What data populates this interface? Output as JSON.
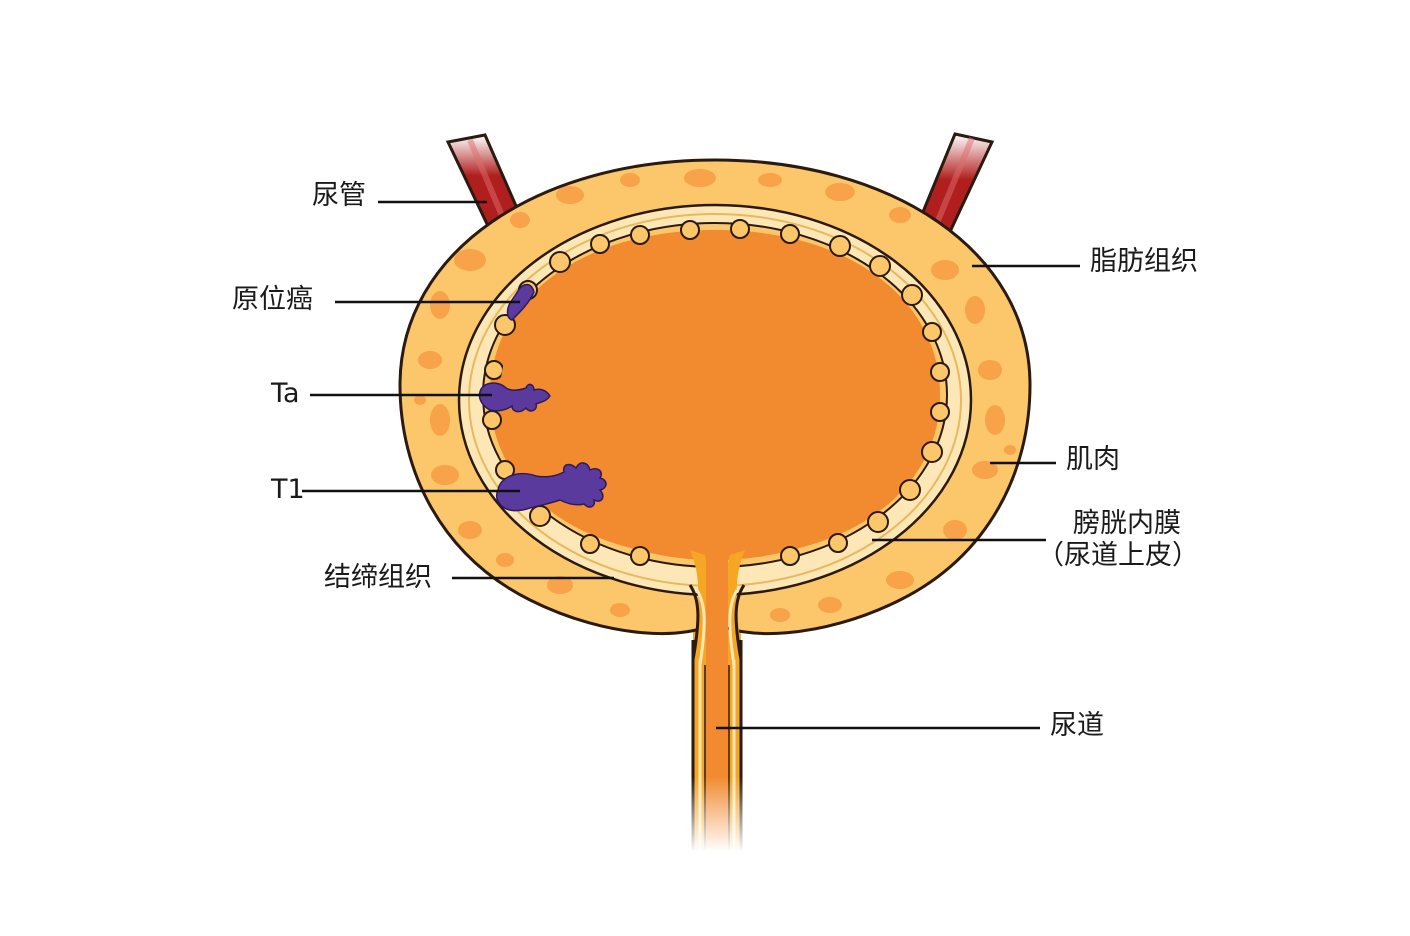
{
  "labels": {
    "ureter": "尿管",
    "carcinoma_in_situ": "原位癌",
    "ta": "Ta",
    "t1": "T1",
    "connective_tissue": "结缔组织",
    "fat_tissue": "脂肪组织",
    "muscle": "肌肉",
    "bladder_lining_line1": "膀胱内膜",
    "bladder_lining_line2": "（尿道上皮）",
    "urethra": "尿道"
  },
  "colors": {
    "bladder_interior": "#f28a30",
    "wall_outer": "#f5a623",
    "fat_tissue": "#fcc76a",
    "fat_blobs": "#f8a24a",
    "connective_band": "#fde7b6",
    "ureter": "#b01e1e",
    "tumor": "#5b3a9e",
    "outline": "#3a2a10",
    "leader_line": "#111111"
  }
}
